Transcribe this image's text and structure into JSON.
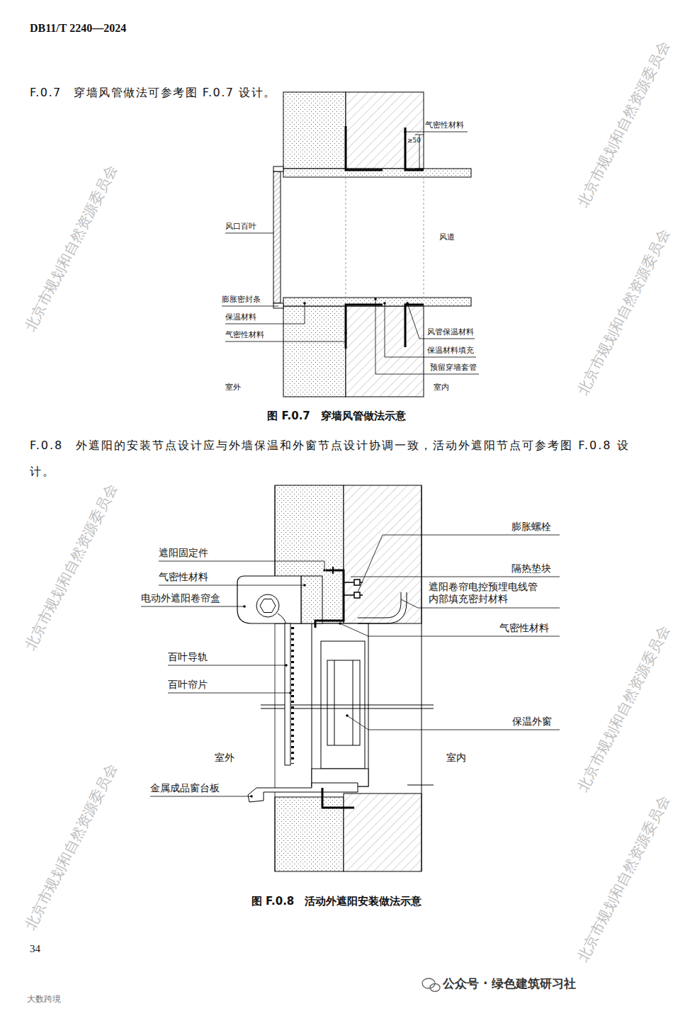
{
  "diagram": {
    "labels": [
      "DB11/T 2240—2024",
      "F.0.7　穿墙风管做法可参考图 F.0.7 设计。",
      "气密性材料",
      "≥50",
      "风口百叶",
      "风道",
      "膨胀密封条",
      "保温材料",
      "气密性材料",
      "风管保温材料",
      "保温材料填充",
      "预留穿墙套管",
      "室外",
      "室内",
      "图 F.0.7　穿墙风管做法示意",
      "F.0.8　外遮阳的安装节点设计应与外墙保温和外窗节点设计协调一致，活动外遮阳节点可参考图 F.0.8 设计。",
      "膨胀螺栓",
      "遮阳固定件",
      "隔热垫块",
      "气密性材料",
      "遮阳卷帘电控预埋电线管 内部填充密封材料",
      "电动外遮阳卷帘盒",
      "气密性材料",
      "百叶导轨",
      "百叶帘片",
      "保温外窗",
      "室外",
      "室内",
      "金属成品窗台板",
      "图 F.0.8　活动外遮阳安装做法示意",
      "34",
      "公众号 · 绿色建筑研习社",
      "大数跨境",
      "北京市规划和自然资源委员会",
      "北京市规划和自然资源委员会",
      "北京市规划和自然资源委员会",
      "北京市规划和自然资源委员会",
      "北京市规划和自然资源委员会",
      "北京市规划和自然资源委员会",
      "北京市规划和自然资源委员会"
    ]
  }
}
